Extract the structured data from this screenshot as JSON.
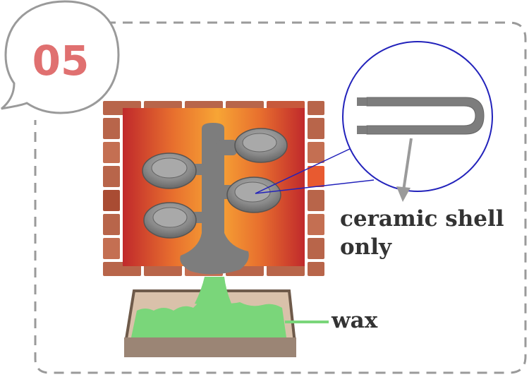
{
  "step": {
    "number": "05"
  },
  "labels": {
    "shell_line1": "ceramic shell",
    "shell_line2": "only",
    "wax": "wax"
  },
  "colors": {
    "number": "#e07070",
    "brick": "#b8654a",
    "furnace_edge": "#c0292c",
    "furnace_center": "#f7a535",
    "tree": "#7d7d7d",
    "wax": "#7ad67a",
    "tray": "#9b8575",
    "tray_inner": "#d9c1aa",
    "zoom_circle": "#2222bb",
    "label_text": "#333333"
  },
  "icons": [
    "speech-bubble",
    "brick-furnace",
    "casting-tree",
    "ceramic-shell-section",
    "wax-tray"
  ]
}
